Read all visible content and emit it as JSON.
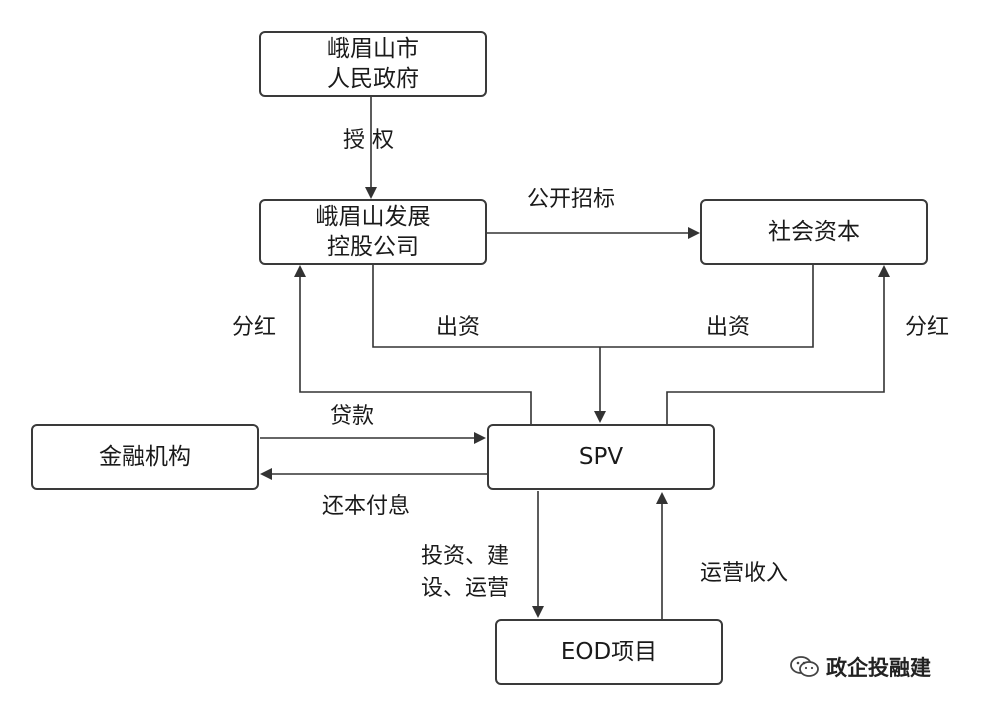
{
  "nodes": {
    "government": {
      "line1": "峨眉山市",
      "line2": "人民政府"
    },
    "holding": {
      "line1": "峨眉山发展",
      "line2": "控股公司"
    },
    "social_capital": {
      "text": "社会资本"
    },
    "finance": {
      "text": "金融机构"
    },
    "spv": {
      "text": "SPV"
    },
    "eod": {
      "text": "EOD项目"
    }
  },
  "edges": {
    "authorize": "授 权",
    "public_tender": "公开招标",
    "dividend_left": "分红",
    "dividend_right": "分红",
    "invest_left": "出资",
    "invest_right": "出资",
    "loan": "贷款",
    "repay": "还本付息",
    "build_line1": "投资、建",
    "build_line2": "设、运营",
    "operating_income": "运营收入"
  },
  "watermark": {
    "icon": "wechat-icon",
    "text": "政企投融建"
  }
}
